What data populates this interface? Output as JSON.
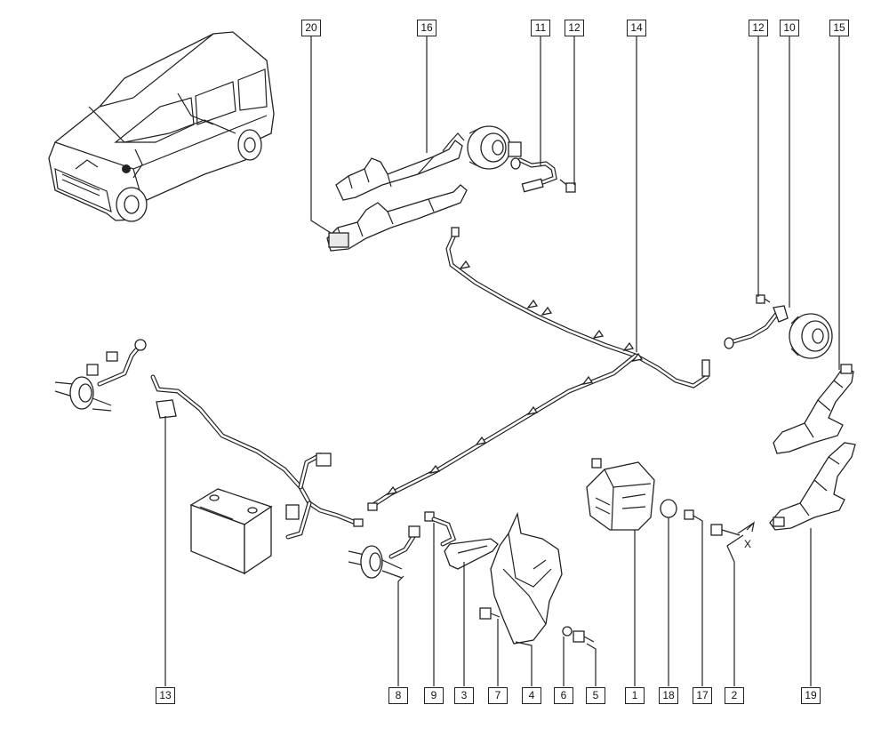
{
  "callouts": {
    "c20": "20",
    "c16": "16",
    "c11": "11",
    "c12a": "12",
    "c14": "14",
    "c12b": "12",
    "c10": "10",
    "c15": "15",
    "c13": "13",
    "c8": "8",
    "c9": "9",
    "c3": "3",
    "c7": "7",
    "c4": "4",
    "c6": "6",
    "c5": "5",
    "c1": "1",
    "c18": "18",
    "c17": "17",
    "c2": "2",
    "c19": "19"
  },
  "annotations": {
    "x_mark": "X"
  },
  "colors": {
    "line": "#222222",
    "fill": "#ffffff",
    "shade": "#e9e9e9"
  }
}
